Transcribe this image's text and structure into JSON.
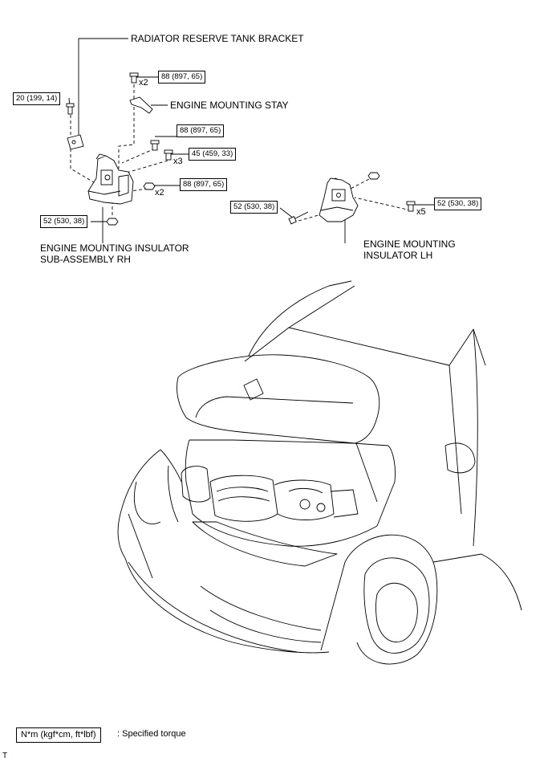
{
  "labels": {
    "radiator_bracket": "RADIATOR RESERVE TANK BRACKET",
    "mounting_stay": "ENGINE MOUNTING STAY",
    "insulator_rh_line1": "ENGINE MOUNTING INSULATOR",
    "insulator_rh_line2": "SUB-ASSEMBLY RH",
    "insulator_lh_line1": "ENGINE MOUNTING",
    "insulator_lh_line2": "INSULATOR LH"
  },
  "torques": {
    "t_20": "20 (199, 14)",
    "t_88_a": "88 (897, 65)",
    "t_88_b": "88 (897, 65)",
    "t_45": "45 (459, 33)",
    "t_88_c": "88 (897, 65)",
    "t_52_rh": "52 (530, 38)",
    "t_52_lh_bolt": "52 (530, 38)",
    "t_52_lh_right": "52 (530, 38)"
  },
  "quantities": {
    "q_stay": "x2",
    "q_45": "x3",
    "q_88c": "x2",
    "q_lh": "x5"
  },
  "legend": {
    "unit": "N*m (kgf*cm, ft*lbf)",
    "description": ": Specified torque"
  },
  "footer_mark": "T"
}
